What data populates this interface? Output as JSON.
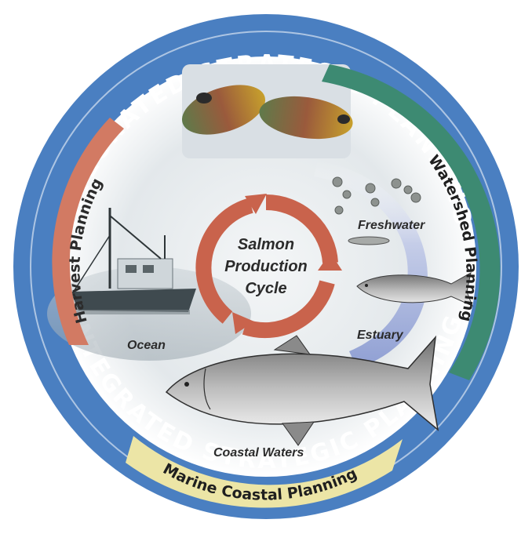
{
  "ring": {
    "top_text": "INTEGRATED STRATEGIC PLANNING",
    "bottom_text": "INTEGRATED STRATEGIC PLANNING",
    "color": "#4a7fc1"
  },
  "arcs": {
    "harvest": {
      "label": "Harvest Planning",
      "color": "#d27a63"
    },
    "watershed": {
      "label": "Watershed Planning",
      "color": "#3d8a72"
    },
    "marine": {
      "label": "Marine Coastal Planning",
      "color": "#ece5a6"
    }
  },
  "center": {
    "line1": "Salmon",
    "line2": "Production",
    "line3": "Cycle",
    "color": "#c9634c"
  },
  "stages": {
    "freshwater": "Freshwater",
    "estuary": "Estuary",
    "ocean": "Ocean",
    "coastal": "Coastal Waters"
  }
}
